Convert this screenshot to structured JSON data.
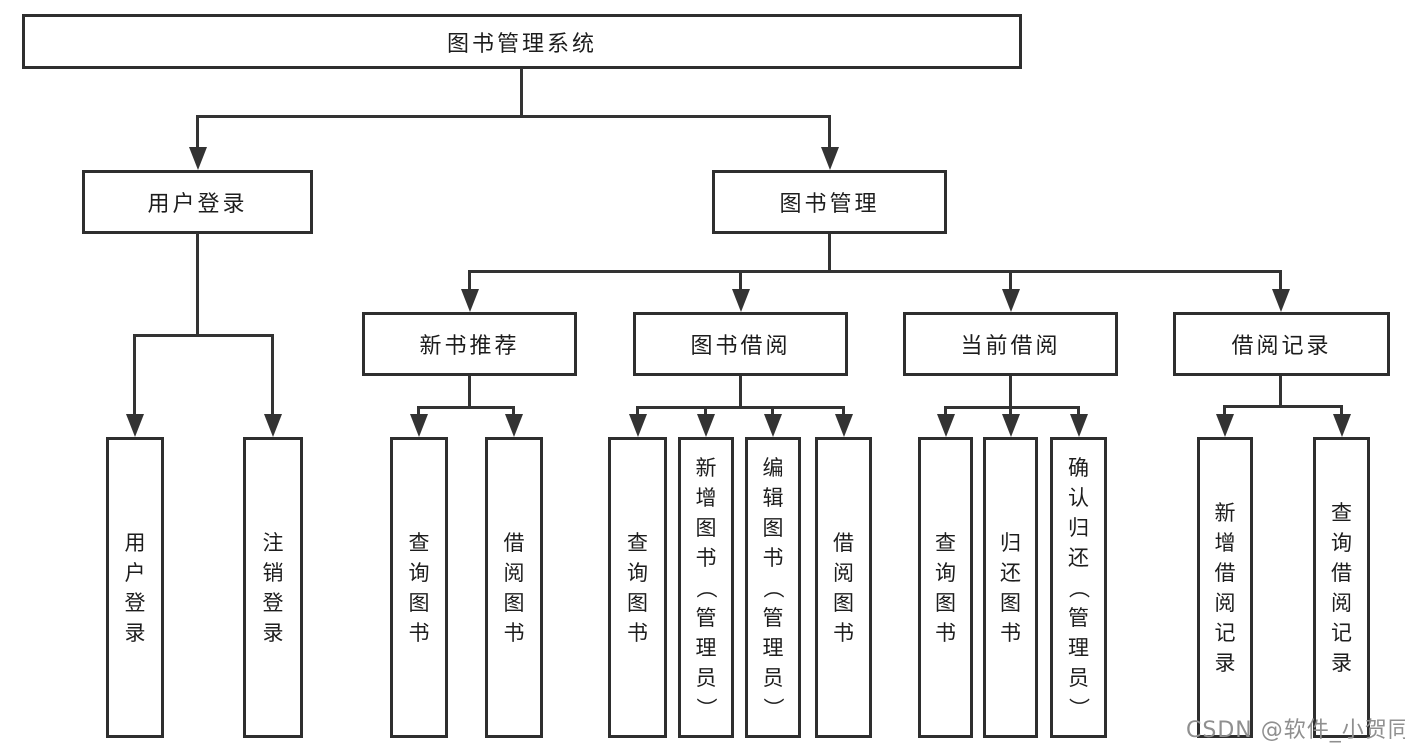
{
  "diagram": {
    "root": {
      "label": "图书管理系统"
    },
    "branches": [
      {
        "label": "用户登录",
        "children": [
          {
            "label": "用户登录"
          },
          {
            "label": "注销登录"
          }
        ]
      },
      {
        "label": "图书管理",
        "children": [
          {
            "label": "新书推荐",
            "children": [
              {
                "label": "查询图书"
              },
              {
                "label": "借阅图书"
              }
            ]
          },
          {
            "label": "图书借阅",
            "children": [
              {
                "label": "查询图书"
              },
              {
                "label": "新增图书（管理员）"
              },
              {
                "label": "编辑图书（管理员）"
              },
              {
                "label": "借阅图书"
              }
            ]
          },
          {
            "label": "当前借阅",
            "children": [
              {
                "label": "查询图书"
              },
              {
                "label": "归还图书"
              },
              {
                "label": "确认归还（管理员）"
              }
            ]
          },
          {
            "label": "借阅记录",
            "children": [
              {
                "label": "新增借阅记录"
              },
              {
                "label": "查询借阅记录"
              }
            ]
          }
        ]
      }
    ]
  },
  "watermark": {
    "text": "CSDN @软件_小贺同学"
  },
  "colors": {
    "line": "#333333",
    "box_border": "#2e2e2e",
    "text": "#1d1d1d",
    "watermark": "#8f8f8f",
    "background": "#ffffff"
  }
}
